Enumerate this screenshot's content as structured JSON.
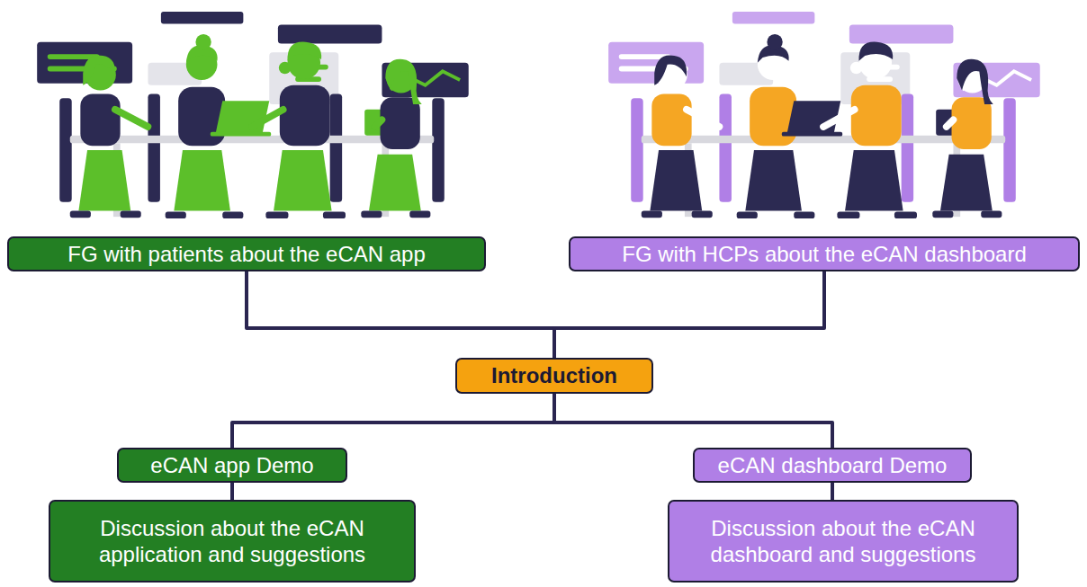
{
  "diagram": {
    "nodes": [
      {
        "text": [
          "FG with patients about the eCAN app"
        ]
      },
      {
        "text": [
          "FG with HCPs about the eCAN dashboard"
        ]
      },
      {
        "text": [
          "Introduction"
        ]
      },
      {
        "text": [
          "eCAN app Demo"
        ]
      },
      {
        "text": [
          "Discussion about the eCAN application and suggestions"
        ]
      },
      {
        "text": [
          "eCAN dashboard Demo"
        ]
      },
      {
        "text": [
          "Discussion about the eCAN dashboard and suggestions"
        ]
      }
    ],
    "edges": [
      {
        "from": 0,
        "to": 2,
        "arrow": "none"
      },
      {
        "from": 1,
        "to": 2,
        "arrow": "none"
      },
      {
        "from": 2,
        "to": 3,
        "arrow": "none"
      },
      {
        "from": 2,
        "to": 5,
        "arrow": "none"
      },
      {
        "from": 3,
        "to": 4,
        "arrow": "none"
      },
      {
        "from": 5,
        "to": 6,
        "arrow": "none"
      }
    ]
  }
}
